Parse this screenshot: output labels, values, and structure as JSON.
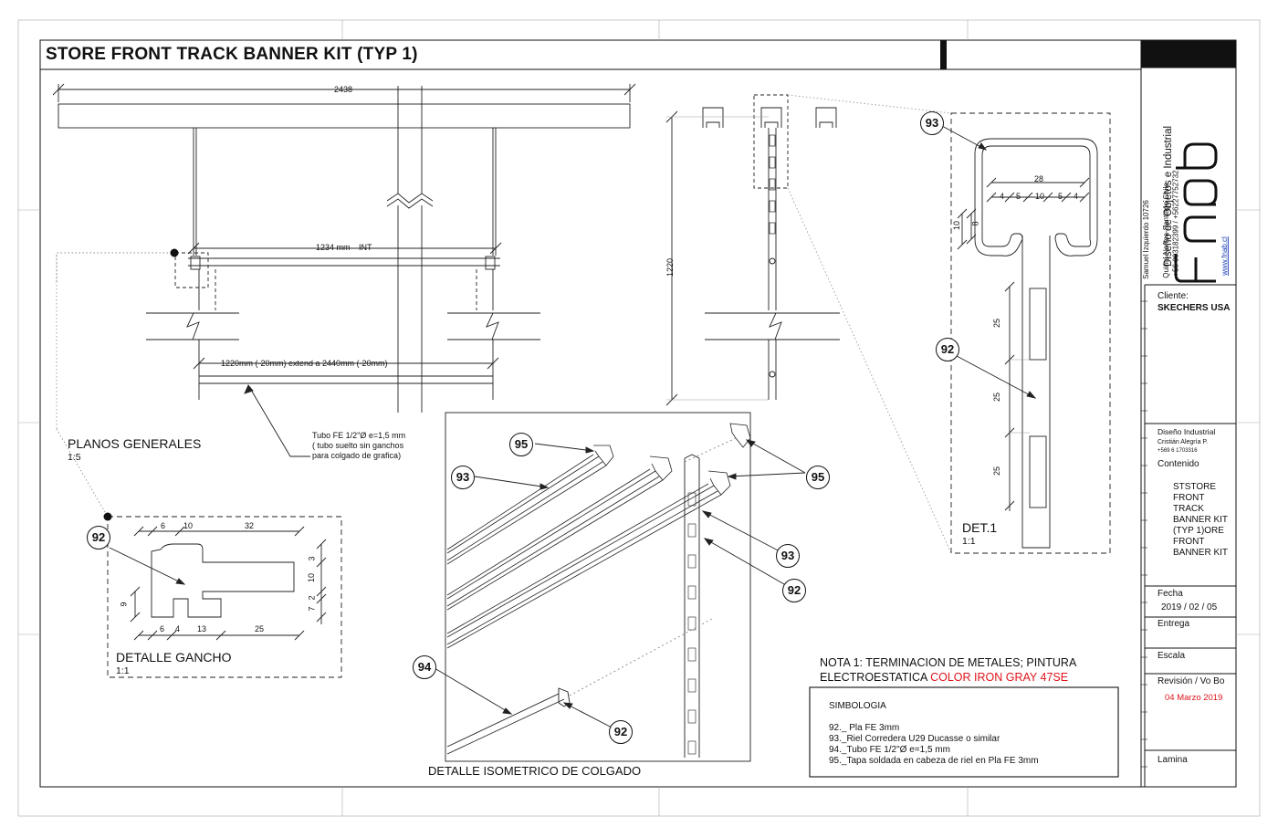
{
  "sheet": {
    "title": "STORE FRONT TRACK BANNER KIT (TYP 1)"
  },
  "dimensions": {
    "top_length": "2438",
    "inner_span": "1234 mm",
    "inner_span_tag": "INT",
    "tube_length": "1220mm (-20mm) extend a 2440mm (-20mm)",
    "vertical_height": "1220"
  },
  "tube_note": {
    "line1": "Tubo FE 1/2\"Ø e=1,5 mm",
    "line2": "( tubo suelto sin ganchos",
    "line3": "para colgado de grafica)"
  },
  "planos": {
    "label": "PLANOS GENERALES",
    "scale": "1:5"
  },
  "gancho": {
    "label": "DETALLE GANCHO",
    "scale": "1:1",
    "dims_top": [
      "6",
      "10",
      "32"
    ],
    "dims_bottom": [
      "6",
      "4",
      "13",
      "25"
    ],
    "dims_right": [
      "3",
      "10",
      "2",
      "7"
    ],
    "dim_left": "9"
  },
  "det1": {
    "label": "DET.1",
    "scale": "1:1",
    "width": "28",
    "segments": [
      "4",
      "5",
      "10",
      "5",
      "4"
    ],
    "side": [
      "10",
      "8"
    ],
    "pitch": [
      "25",
      "25",
      "25"
    ]
  },
  "iso": {
    "label": "DETALLE ISOMETRICO DE COLGADO"
  },
  "callouts": {
    "c92": "92",
    "c93": "93",
    "c94": "94",
    "c95": "95"
  },
  "nota": {
    "line1": "NOTA 1: TERMINACION  DE METALES; PINTURA",
    "line2_prefix": "ELECTROESTATICA ",
    "line2_color": "COLOR IRON GRAY 47SE",
    "accent": "#e0141b"
  },
  "simbologia": {
    "title": "SIMBOLOGIA",
    "items": [
      "92._ Pla FE 3mm",
      "93._Riel Corredera U29 Ducasse o similar",
      "94._Tubo FE 1/2\"Ø e=1,5 mm",
      "95._Tapa soldada en cabeza de riel en Pla FE 3mm"
    ]
  },
  "title_block": {
    "firm_name": "Diseño de Objetos e Industrial",
    "brand": "Fnab",
    "address1": "Samuel Izquierdo 10726",
    "address2": "Quinta Norma-Santiago Chile",
    "phone": "+56 993182399  /  +56227752732",
    "web": "www.fnab.cl",
    "cliente_label": "Cliente:",
    "cliente_value": "SKECHERS USA",
    "diseno_label": "Diseño Industrial",
    "diseno_name": "Cristián Alegría P.",
    "diseno_phone": "+569 6 1703316",
    "contenido_label": "Contenido",
    "contenido_lines": [
      "STSTORE",
      "FRONT",
      "TRACK",
      "BANNER KIT",
      "(TYP 1)ORE",
      "FRONT",
      "BANNER KIT"
    ],
    "fecha_label": "Fecha",
    "fecha_value": "2019 / 02 / 05",
    "entrega_label": "Entrega",
    "escala_label": "Escala",
    "revision_label": "Revisión  / Vo Bo",
    "revision_value": "04 Marzo 2019",
    "lamina_label": "Lamina"
  }
}
